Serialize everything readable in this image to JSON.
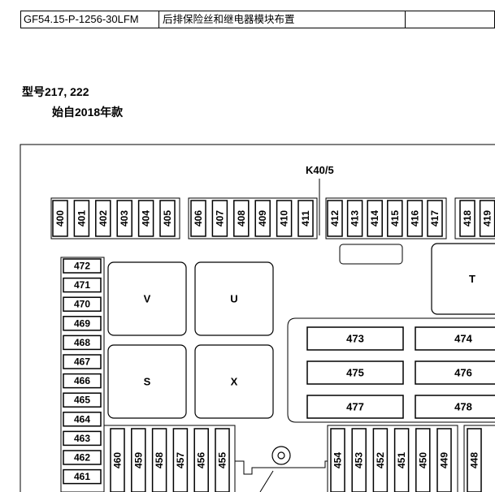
{
  "header": {
    "doc_id": "GF54.15-P-1256-30LFM",
    "doc_title": "后排保险丝和继电器模块布置",
    "extra": ""
  },
  "model_line": "型号217, 222",
  "since_line": "始自2018年款",
  "diagram": {
    "relay_label": "K40/5",
    "top_row_a": [
      "400",
      "401",
      "402",
      "403",
      "404",
      "405"
    ],
    "top_row_b": [
      "406",
      "407",
      "408",
      "409",
      "410",
      "411"
    ],
    "top_row_c": [
      "412",
      "413",
      "414",
      "415",
      "416",
      "417"
    ],
    "top_row_d": [
      "418",
      "419"
    ],
    "left_col": [
      "472",
      "471",
      "470",
      "469",
      "468",
      "467",
      "466",
      "465",
      "464",
      "463",
      "462",
      "461"
    ],
    "relays": [
      "V",
      "U",
      "S",
      "X",
      "T"
    ],
    "wide_fuses": [
      "473",
      "474",
      "475",
      "476",
      "477",
      "478"
    ],
    "bottom_row_a": [
      "460",
      "459",
      "458",
      "457",
      "456",
      "455"
    ],
    "bottom_row_b": [
      "454",
      "453",
      "452",
      "451",
      "450",
      "449"
    ],
    "bottom_row_c": [
      "448"
    ]
  }
}
